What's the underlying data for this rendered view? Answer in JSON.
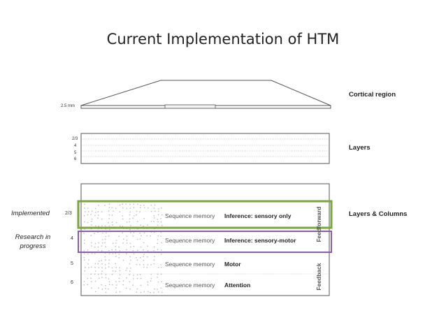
{
  "title": "Current Implementation of HTM",
  "scale_label": "2.5 mm",
  "right_labels": {
    "cortical_region": "Cortical region",
    "layers": "Layers",
    "layers_columns": "Layers & Columns"
  },
  "layers_block": {
    "numbers": [
      "2/3",
      "4",
      "5",
      "6"
    ]
  },
  "columns_block": {
    "rows": [
      {
        "num": "2/3",
        "sequence": "Sequence memory",
        "function": "Inference: sensory only"
      },
      {
        "num": "4",
        "sequence": "Sequence memory",
        "function": "Inference: sensory-motor"
      },
      {
        "num": "5",
        "sequence": "Sequence memory",
        "function": "Motor"
      },
      {
        "num": "6",
        "sequence": "Sequence memory",
        "function": "Attention"
      }
    ],
    "feedforward": "Feedforward",
    "feedback": "Feedback"
  },
  "side_labels": {
    "implemented": "Implemented",
    "research": "Research in progress"
  },
  "colors": {
    "implemented": "#7aa63a",
    "research": "#8a5bb0"
  }
}
